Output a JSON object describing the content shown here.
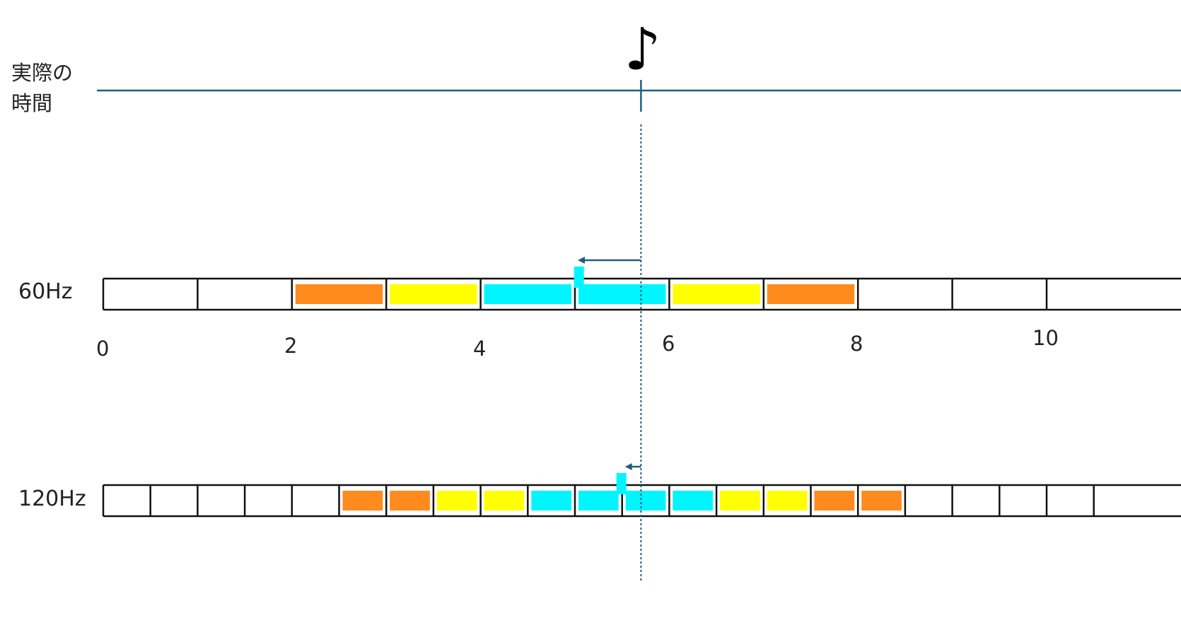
{
  "labels": {
    "real_time_line1": "実際の",
    "real_time_line2": "時間",
    "row_60": "60Hz",
    "row_120": "120Hz",
    "note_symbol": "♪"
  },
  "axis_ticks": [
    "0",
    "2",
    "4",
    "6",
    "8",
    "10"
  ],
  "colors": {
    "line": "#1f5f7e",
    "orange": "#ff8a1e",
    "yellow": "#ffff00",
    "cyan": "#00f5ff",
    "frame": "#111111"
  },
  "chart_data": {
    "type": "diagram",
    "event_time": 5.7,
    "rows": [
      {
        "name": "60Hz",
        "frame_duration": 1,
        "frame_count": 11,
        "filled": [
          {
            "frame": 2,
            "color": "orange"
          },
          {
            "frame": 3,
            "color": "yellow"
          },
          {
            "frame": 4,
            "color": "cyan"
          },
          {
            "frame": 5,
            "color": "cyan"
          },
          {
            "frame": 6,
            "color": "yellow"
          },
          {
            "frame": 7,
            "color": "orange"
          }
        ],
        "marker_time": 5.05,
        "arrow_from": 5.7,
        "arrow_to": 5.0
      },
      {
        "name": "120Hz",
        "frame_duration": 0.5,
        "frame_count": 22,
        "filled": [
          {
            "frame": 5,
            "color": "orange"
          },
          {
            "frame": 6,
            "color": "orange"
          },
          {
            "frame": 7,
            "color": "yellow"
          },
          {
            "frame": 8,
            "color": "yellow"
          },
          {
            "frame": 9,
            "color": "cyan"
          },
          {
            "frame": 10,
            "color": "cyan"
          },
          {
            "frame": 11,
            "color": "cyan"
          },
          {
            "frame": 12,
            "color": "cyan"
          },
          {
            "frame": 13,
            "color": "yellow"
          },
          {
            "frame": 14,
            "color": "yellow"
          },
          {
            "frame": 15,
            "color": "orange"
          },
          {
            "frame": 16,
            "color": "orange"
          }
        ],
        "marker_time": 5.5,
        "arrow_from": 5.7,
        "arrow_to": 5.5
      }
    ]
  }
}
